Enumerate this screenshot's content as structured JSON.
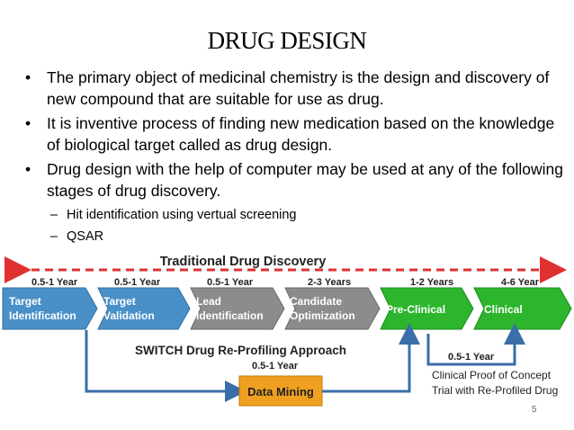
{
  "slide": {
    "title": "DRUG DESIGN",
    "bullets": [
      "The primary object of medicinal chemistry is the design and discovery of new compound that are suitable for use as drug.",
      "It is inventive process of finding new medication based on the knowledge of  biological target called as drug design.",
      "Drug design with the help of computer may be used at any of the following stages  of drug discovery."
    ],
    "subbullets": [
      "Hit identification using vertual screening",
      "QSAR"
    ],
    "page_number": "5"
  },
  "diagram": {
    "traditional_label": "Traditional Drug Discovery",
    "switch_label": "SWITCH Drug Re-Profiling Approach",
    "stages": [
      {
        "duration": "0.5-1 Year",
        "line1": "Target",
        "line2": "Identification",
        "color": "#4a90c8"
      },
      {
        "duration": "0.5-1 Year",
        "line1": "Target",
        "line2": "Validation",
        "color": "#4a90c8"
      },
      {
        "duration": "0.5-1 Year",
        "line1": "Lead",
        "line2": "Identification",
        "color": "#8c8c8c"
      },
      {
        "duration": "2-3 Years",
        "line1": "Candidate",
        "line2": "Optimization",
        "color": "#8c8c8c"
      },
      {
        "duration": "1-2 Years",
        "line1": "Pre-Clinical",
        "line2": "",
        "color": "#2db52d"
      },
      {
        "duration": "4-6 Year",
        "line1": "Clinical",
        "line2": "",
        "color": "#2db52d"
      }
    ],
    "data_mining": {
      "duration": "0.5-1 Year",
      "label": "Data Mining",
      "color": "#f0a020"
    },
    "clinical_proof": {
      "duration": "0.5-1 Year",
      "line1": "Clinical Proof of Concept",
      "line2": "Trial with Re-Profiled Drug"
    },
    "colors": {
      "red_dashed": "#e03030",
      "arrow_blue": "#3a6ea8",
      "text_on_box": "#ffffff"
    }
  }
}
